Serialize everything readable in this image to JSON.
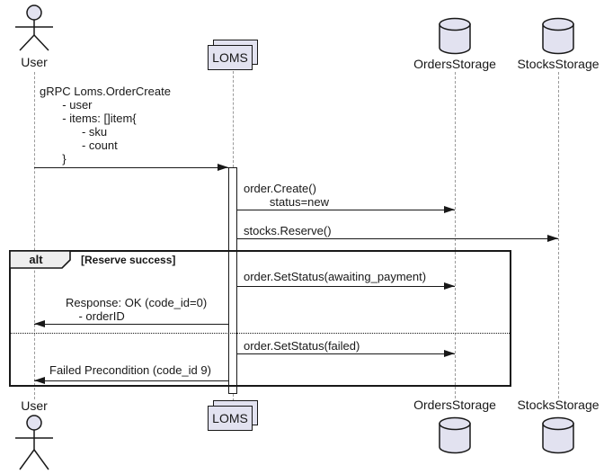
{
  "diagram": {
    "type": "sequence-diagram",
    "participants": {
      "user": {
        "label": "User",
        "kind": "actor"
      },
      "loms": {
        "label": "LOMS",
        "kind": "collections"
      },
      "orders_storage": {
        "label": "OrdersStorage",
        "kind": "database"
      },
      "stocks_storage": {
        "label": "StocksStorage",
        "kind": "database"
      }
    },
    "messages": {
      "order_create_request": "gRPC Loms.OrderCreate\n       - user\n       - items: []item{\n             - sku\n             - count\n       }",
      "order_create": "order.Create()\n        status=new",
      "stocks_reserve": "stocks.Reserve()",
      "set_status_awaiting": "order.SetStatus(awaiting_payment)",
      "response_ok": "Response: OK (code_id=0)\n    - orderID",
      "set_status_failed": "order.SetStatus(failed)",
      "failed_precondition": "Failed Precondition (code_id 9)"
    },
    "alt_frame": {
      "operator": "alt",
      "guard": "[Reserve success]"
    },
    "colors": {
      "participant_fill": "#E2E2F0",
      "border": "#181818",
      "lifeline": "#9a9a9a",
      "operator_bg": "#EEEEEE",
      "background": "#FFFFFF"
    }
  }
}
